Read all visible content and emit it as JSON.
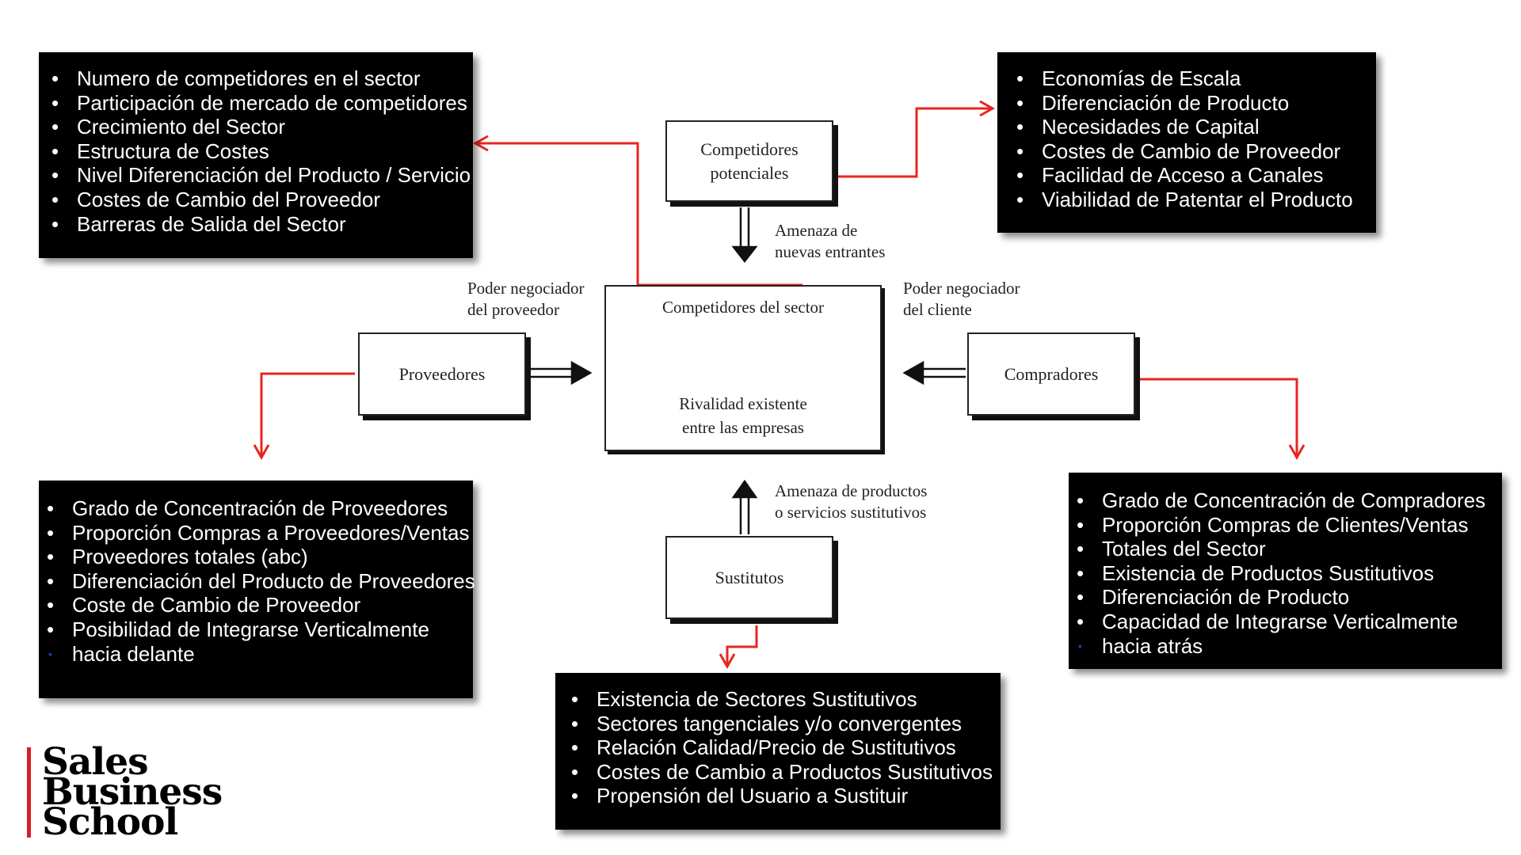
{
  "diagram": {
    "nodes": {
      "competidores_potenciales": "Competidores\npotenciales",
      "competidores_sector": "Competidores del sector",
      "rivalidad": "Rivalidad existente\nentre las empresas",
      "proveedores": "Proveedores",
      "compradores": "Compradores",
      "sustitutos": "Sustitutos"
    },
    "labels": {
      "amenaza_entrantes": "Amenaza de\nnuevas entrantes",
      "poder_proveedor": "Poder negociador\ndel proveedor",
      "poder_cliente": "Poder negociador\ndel cliente",
      "amenaza_sustitutos": "Amenaza de productos\no servicios sustitutivos"
    }
  },
  "boxes": {
    "sector": [
      "Numero de competidores en el sector",
      "Participación de mercado de competidores",
      "Crecimiento del Sector",
      "Estructura de Costes",
      "Nivel Diferenciación del Producto / Servicio",
      "Costes de Cambio del Proveedor",
      "Barreras de Salida del Sector"
    ],
    "entrantes": [
      "Economías de Escala",
      "Diferenciación de Producto",
      "Necesidades de Capital",
      "Costes de Cambio de Proveedor",
      "Facilidad de Acceso a Canales",
      "Viabilidad de Patentar el Producto"
    ],
    "proveedores": [
      "Grado de Concentración de Proveedores",
      "Proporción Compras a Proveedores/Ventas",
      "Proveedores totales (abc)",
      "Diferenciación del Producto de Proveedores",
      "Coste de Cambio de Proveedor",
      "Posibilidad de Integrarse Verticalmente",
      "hacia delante"
    ],
    "compradores": [
      "Grado de Concentración de Compradores",
      "Proporción Compras de Clientes/Ventas",
      "Totales del Sector",
      "Existencia de Productos Sustitutivos",
      "Diferenciación de Producto",
      "Capacidad de Integrarse Verticalmente",
      "hacia atrás"
    ],
    "sustitutos": [
      "Existencia de Sectores Sustitutivos",
      "Sectores tangenciales y/o convergentes",
      "Relación Calidad/Precio de Sustitutivos",
      "Costes de Cambio a Productos Sustitutivos",
      "Propensión del Usuario a Sustituir"
    ]
  },
  "logo": {
    "line1": "Sales",
    "line2": "Business",
    "line3": "School"
  },
  "colors": {
    "accent_red": "#e8261e",
    "box_black": "#000000",
    "logo_red": "#d81f26"
  }
}
